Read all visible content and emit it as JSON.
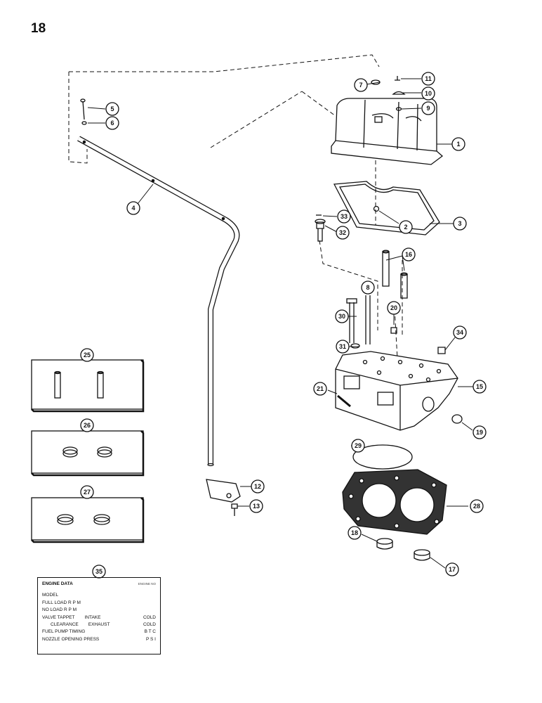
{
  "page_number": "18",
  "callouts": [
    "1",
    "2",
    "3",
    "4",
    "5",
    "6",
    "7",
    "8",
    "9",
    "10",
    "11",
    "12",
    "13",
    "15",
    "16",
    "17",
    "18",
    "19",
    "20",
    "21",
    "25",
    "26",
    "27",
    "28",
    "29",
    "30",
    "31",
    "32",
    "33",
    "34",
    "35"
  ],
  "engine_plate": {
    "title": "ENGINE DATA",
    "serial": "ENGINE NO",
    "rows": [
      {
        "label": "MODEL",
        "mid": "",
        "right": ""
      },
      {
        "label": "FULL LOAD R P M",
        "mid": "",
        "right": ""
      },
      {
        "label": "NO LOAD R P M",
        "mid": "",
        "right": ""
      },
      {
        "label": "VALVE TAPPET",
        "mid": "INTAKE",
        "right": "COLD"
      },
      {
        "label": "CLEARANCE",
        "mid": "EXHAUST",
        "right": "COLD"
      },
      {
        "label": "FUEL PUMP TIMING",
        "mid": "",
        "right": "B T C"
      },
      {
        "label": "NOZZLE OPENING PRESS",
        "mid": "",
        "right": "P S I"
      }
    ]
  }
}
